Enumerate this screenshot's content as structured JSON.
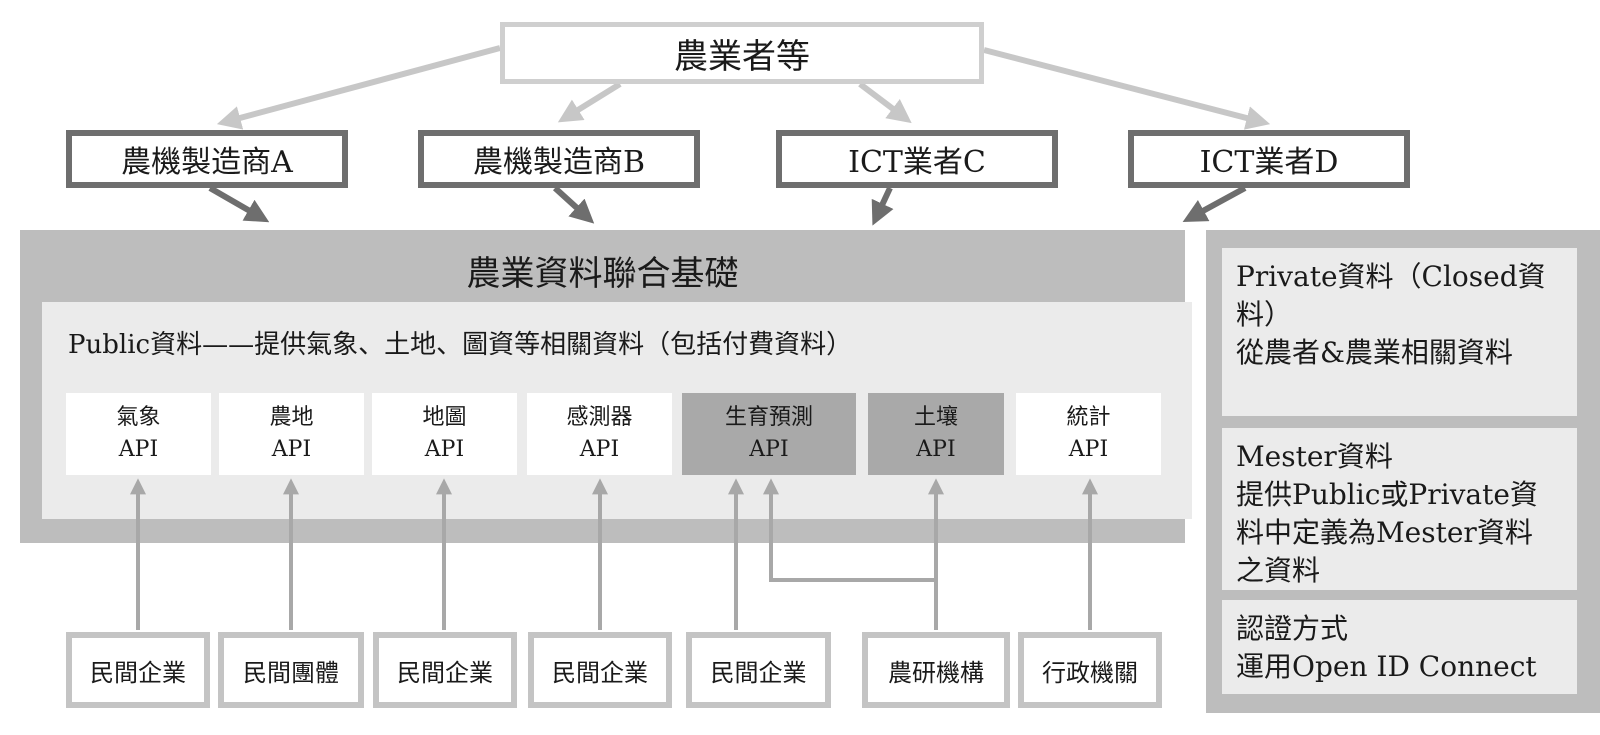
{
  "top": {
    "label": "農業者等"
  },
  "vendors": [
    {
      "label": "農機製造商A"
    },
    {
      "label": "農機製造商B"
    },
    {
      "label": "ICT業者C"
    },
    {
      "label": "ICT業者D"
    }
  ],
  "platform": {
    "title": "農業資料聯合基礎",
    "public_description": "Public資料——提供氣象、土地、圖資等相關資料（包括付費資料）"
  },
  "apis": [
    {
      "name": "氣象",
      "suffix": "API",
      "highlight": false
    },
    {
      "name": "農地",
      "suffix": "API",
      "highlight": false
    },
    {
      "name": "地圖",
      "suffix": "API",
      "highlight": false
    },
    {
      "name": "感測器",
      "suffix": "API",
      "highlight": false
    },
    {
      "name": "生育預測",
      "suffix": "API",
      "highlight": true
    },
    {
      "name": "土壤",
      "suffix": "API",
      "highlight": true
    },
    {
      "name": "統計",
      "suffix": "API",
      "highlight": false
    }
  ],
  "providers": [
    {
      "label": "民間企業"
    },
    {
      "label": "民間團體"
    },
    {
      "label": "民間企業"
    },
    {
      "label": "民間企業"
    },
    {
      "label": "民間企業"
    },
    {
      "label": "農研機構"
    },
    {
      "label": "行政機關"
    }
  ],
  "side": {
    "private": {
      "line1": "Private資料（Closed資",
      "line2": "料）",
      "line3": "從農者&農業相關資料"
    },
    "master": {
      "line1": "Mester資料",
      "line2": "提供Public或Private資",
      "line3": "料中定義為Mester資料",
      "line4": "之資料"
    },
    "auth": {
      "line1": "認證方式",
      "line2": "運用Open ID Connect"
    }
  }
}
